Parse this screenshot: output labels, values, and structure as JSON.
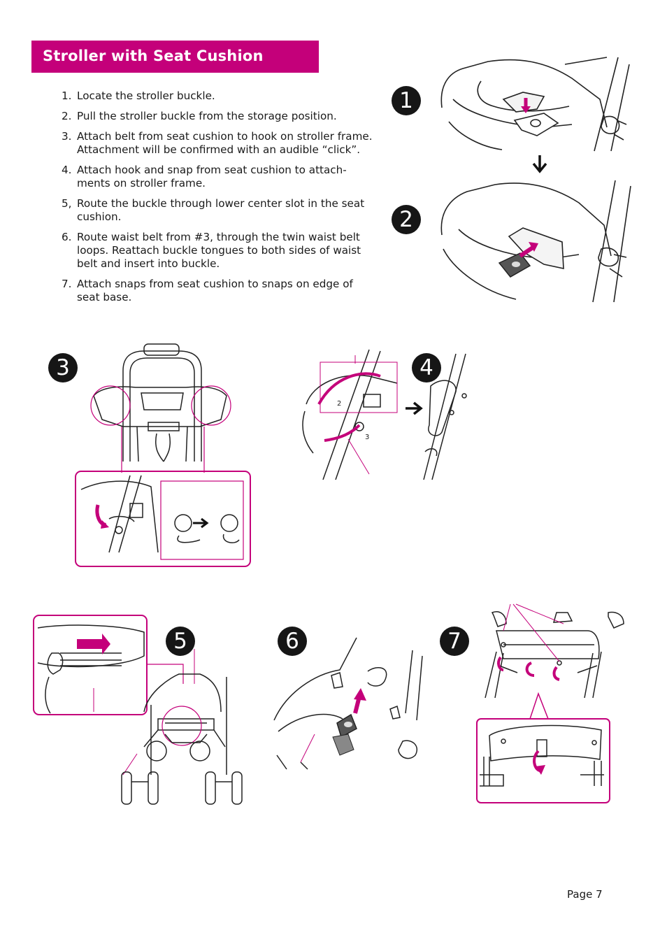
{
  "title": "Stroller with Seat Cushion",
  "steps": [
    {
      "num": "1.",
      "text": "Locate the stroller buckle."
    },
    {
      "num": "2.",
      "text": "Pull the stroller buckle from the storage position."
    },
    {
      "num": "3.",
      "text": "Attach belt from seat cushion to hook on stroller frame. Attachment will be confirmed with an audible “click”."
    },
    {
      "num": "4.",
      "text": "Attach hook and snap from seat cushion to attach-ments on stroller frame."
    },
    {
      "num": "5,",
      "text": "Route the buckle through lower center slot in the seat cushion."
    },
    {
      "num": "6.",
      "text": "Route waist belt from #3, through the twin waist belt loops. Reattach buckle tongues to both sides of waist belt and insert into buckle."
    },
    {
      "num": "7.",
      "text": "Attach snaps from seat cushion to snaps on edge of seat base."
    }
  ],
  "badges": [
    "1",
    "2",
    "3",
    "4",
    "5",
    "6",
    "7"
  ],
  "figure4_labels": [
    "2",
    "3"
  ],
  "page": "Page 7",
  "colors": {
    "accent": "#c4007a",
    "badge": "#161616"
  }
}
